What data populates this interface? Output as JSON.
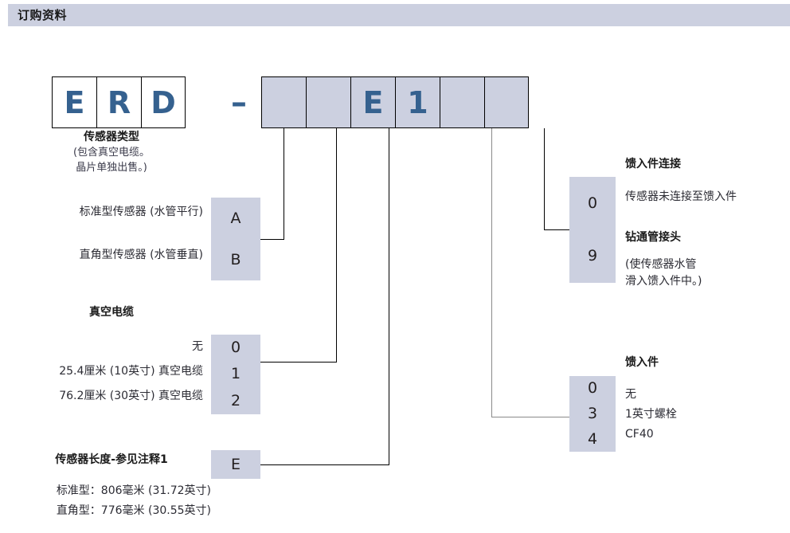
{
  "header": {
    "title": "订购资料"
  },
  "code": {
    "prefix_cells": [
      "E",
      "R",
      "D"
    ],
    "separator": "–",
    "grey_cells": [
      "",
      "",
      "E",
      "1",
      "",
      ""
    ]
  },
  "sections": {
    "sensor_type": {
      "title": "传感器类型",
      "note_line1": "(包含真空电缆。",
      "note_line2": "晶片单独出售。)",
      "options": [
        {
          "label": "标准型传感器 (水管平行)",
          "value": "A"
        },
        {
          "label": "直角型传感器 (水管垂直)",
          "value": "B"
        }
      ]
    },
    "vacuum_cable": {
      "title": "真空电缆",
      "options": [
        {
          "label": "无",
          "value": "0"
        },
        {
          "label": "25.4厘米 (10英寸) 真空电缆",
          "value": "1"
        },
        {
          "label": "76.2厘米 (30英寸) 真空电缆",
          "value": "2"
        }
      ]
    },
    "sensor_length": {
      "title": "传感器长度-参见注释1",
      "value": "E",
      "note_line1": "标准型：806毫米 (31.72英寸)",
      "note_line2": "直角型：776毫米 (30.55英寸)"
    },
    "feedthrough_connection": {
      "title": "馈入件连接",
      "options": [
        {
          "value": "0",
          "label": "传感器未连接至馈入件",
          "bold": false
        },
        {
          "value": "9",
          "label": "钻通管接头",
          "bold": true
        }
      ],
      "note_line1": "(使传感器水管",
      "note_line2": "滑入馈入件中。)"
    },
    "feedthrough": {
      "title": "馈入件",
      "options": [
        {
          "value": "0",
          "label": "无"
        },
        {
          "value": "3",
          "label": "1英寸螺栓"
        },
        {
          "value": "4",
          "label": "CF40"
        }
      ]
    }
  },
  "colors": {
    "panel_grey": "#ccd0e0",
    "code_blue": "#35618f",
    "text_dark": "#231f20",
    "line": "#000000"
  }
}
